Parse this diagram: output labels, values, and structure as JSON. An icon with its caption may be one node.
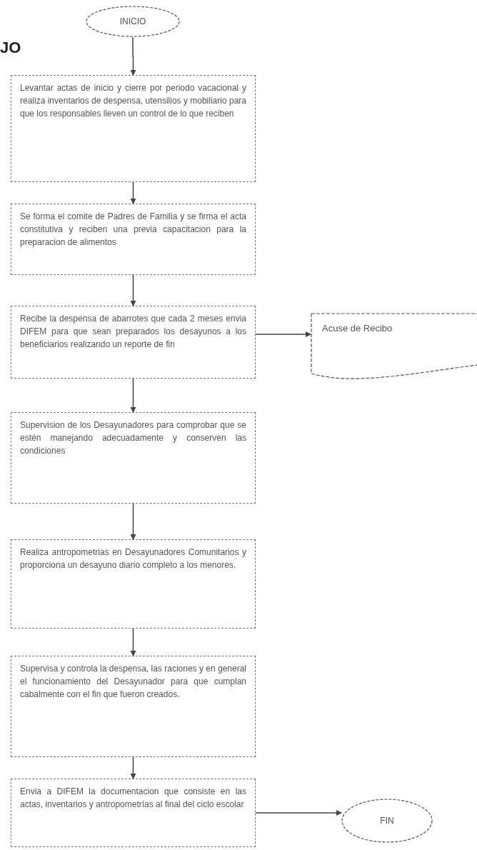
{
  "diagram": {
    "nodes": [
      {
        "text": [
          "INICIO"
        ]
      },
      {
        "text": [
          "Levantar actas de inicio y cierre por periodo vacacional y realiza inventarios de despensa, utensilios y mobiliario para que los responsables lleven un control de lo que reciben"
        ]
      },
      {
        "text": [
          "Se forma el comite de Padres de Familia y se firma el acta constitutiva y reciben una previa capacitacion para la preparacion de alimentos"
        ]
      },
      {
        "text": [
          "Recibe la despensa de abarrotes que cada 2 meses envia DIFEM para que sean preparados los desayunos a los beneficiarios realizando un reporte de fin"
        ]
      },
      {
        "text": [
          "Acuse de Recibo"
        ]
      },
      {
        "text": [
          "Supervision de los Desayunadores para comprobar que se estén manejando adecuadamente y conserven las condiciones"
        ]
      },
      {
        "text": [
          "Realiza antropometrias en Desayunadores Comunitarios y proporciona un desayuno diario completo a los menores."
        ]
      },
      {
        "text": [
          "Supervisa y controla la despensa, las raciones y en general el funcionamiento del Desayunador para que cumplan cabalmente con el fin que fueron creados."
        ]
      },
      {
        "text": [
          "Envia a DIFEM la documentacion que consiste en las actas, inventarios y antropometrías al final del ciclo escolar"
        ]
      },
      {
        "text": [
          "FIN"
        ]
      }
    ],
    "edges": [
      {
        "from": 0,
        "to": 1,
        "arrow": "to"
      },
      {
        "from": 1,
        "to": 2,
        "arrow": "to"
      },
      {
        "from": 2,
        "to": 3,
        "arrow": "to"
      },
      {
        "from": 3,
        "to": 4,
        "arrow": "to"
      },
      {
        "from": 3,
        "to": 5,
        "arrow": "to"
      },
      {
        "from": 5,
        "to": 6,
        "arrow": "to"
      },
      {
        "from": 6,
        "to": 7,
        "arrow": "to"
      },
      {
        "from": 7,
        "to": 8,
        "arrow": "to"
      },
      {
        "from": 8,
        "to": 9,
        "arrow": "to"
      }
    ],
    "labels": [
      "JO"
    ]
  }
}
